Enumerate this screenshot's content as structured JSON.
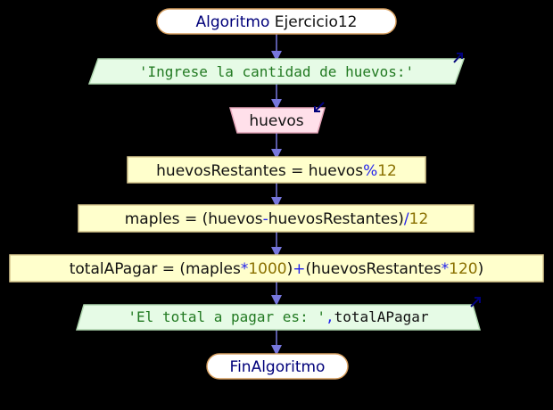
{
  "colors": {
    "background": "#000000",
    "connector": "#7777dd",
    "keyword": "#00007a",
    "identifier": "#111111",
    "number": "#8a7000",
    "operator": "#2222ee",
    "string": "#227a22",
    "terminal_fill": "#ffffff",
    "terminal_border": "#d8a060",
    "io_fill": "#e6fbe6",
    "io_border": "#b0d8b0",
    "read_fill": "#ffe0ea",
    "read_border": "#e4a4b8",
    "process_fill": "#ffffcc",
    "process_border": "#d8c890"
  },
  "icons": {
    "output": "arrow-up-right-icon",
    "input": "arrow-down-left-icon"
  },
  "flowchart": {
    "start": {
      "keyword": "Algoritmo",
      "name": "Ejercicio12"
    },
    "output_prompt": {
      "text": "'Ingrese la cantidad de huevos:'"
    },
    "input_read": {
      "variable": "huevos"
    },
    "assign_resto": {
      "target": "huevosRestantes",
      "eq": "=",
      "var": "huevos",
      "op": "%",
      "num": "12"
    },
    "assign_maples": {
      "target": "maples",
      "eq": "=",
      "p1": "(",
      "a": "huevos",
      "op1": "-",
      "b": "huevosRestantes",
      "p2": ")",
      "op2": "/",
      "num": "12"
    },
    "assign_total": {
      "target": "totalAPagar",
      "eq": "=",
      "p1": "(",
      "a": "maples",
      "op1": "*",
      "n1": "1000",
      "p2": ")",
      "op2": "+",
      "p3": "(",
      "b": "huevosRestantes",
      "op3": "*",
      "n2": "120",
      "p4": ")"
    },
    "output_result": {
      "str": "'El total a pagar es: '",
      "comma": ",",
      "var": "totalAPagar"
    },
    "end": {
      "keyword": "FinAlgoritmo"
    }
  }
}
